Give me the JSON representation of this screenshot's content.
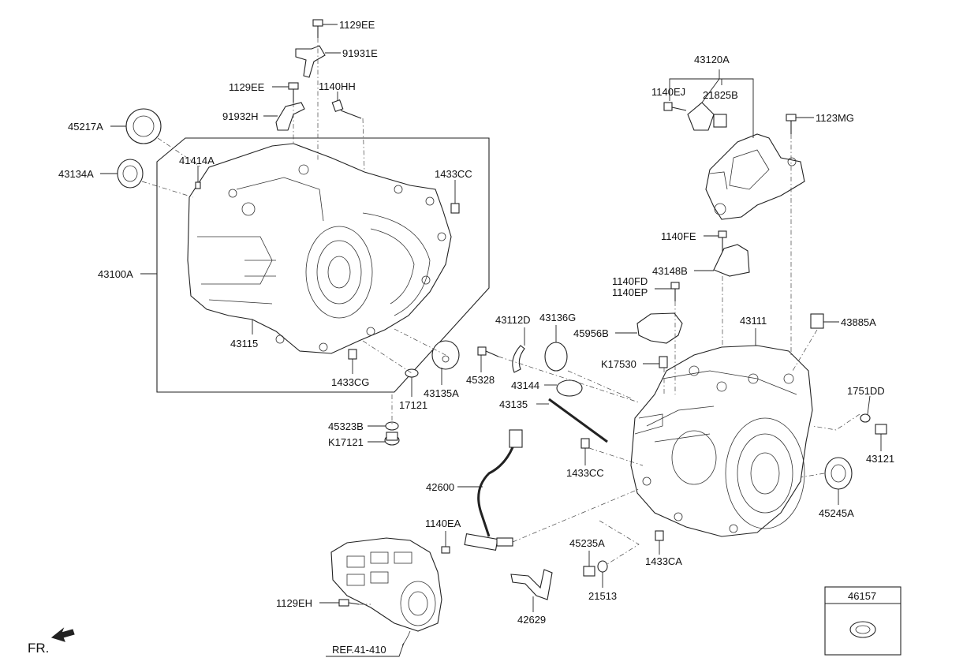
{
  "labels": {
    "p1129EE_top": "1129EE",
    "p91931E": "91931E",
    "p1129EE_mid": "1129EE",
    "p1140HH": "1140HH",
    "p91932H": "91932H",
    "p45217A": "45217A",
    "p43134A": "43134A",
    "p41414A": "41414A",
    "p1433CC_top": "1433CC",
    "p43100A": "43100A",
    "p43115": "43115",
    "p1433CG": "1433CG",
    "p17121": "17121",
    "p43135A": "43135A",
    "p45323B": "45323B",
    "pK17121": "K17121",
    "p43120A": "43120A",
    "p1140EJ": "1140EJ",
    "p21825B": "21825B",
    "p1123MG": "1123MG",
    "p1140FE": "1140FE",
    "p43148B": "43148B",
    "p1140FD": "1140FD",
    "p1140EP": "1140EP",
    "p43111": "43111",
    "p43885A": "43885A",
    "p43112D": "43112D",
    "p43136G": "43136G",
    "p45956B": "45956B",
    "pK17530": "K17530",
    "p45328": "45328",
    "p43144": "43144",
    "p43135": "43135",
    "p1751DD": "1751DD",
    "p43121": "43121",
    "p1433CC_mid": "1433CC",
    "p42600": "42600",
    "p45245A": "45245A",
    "p1140EA": "1140EA",
    "p45235A": "45235A",
    "p1433CA": "1433CA",
    "p21513": "21513",
    "p1129EH": "1129EH",
    "p42629": "42629",
    "p46157": "46157",
    "ref": "REF.41-410",
    "fr": "FR."
  }
}
